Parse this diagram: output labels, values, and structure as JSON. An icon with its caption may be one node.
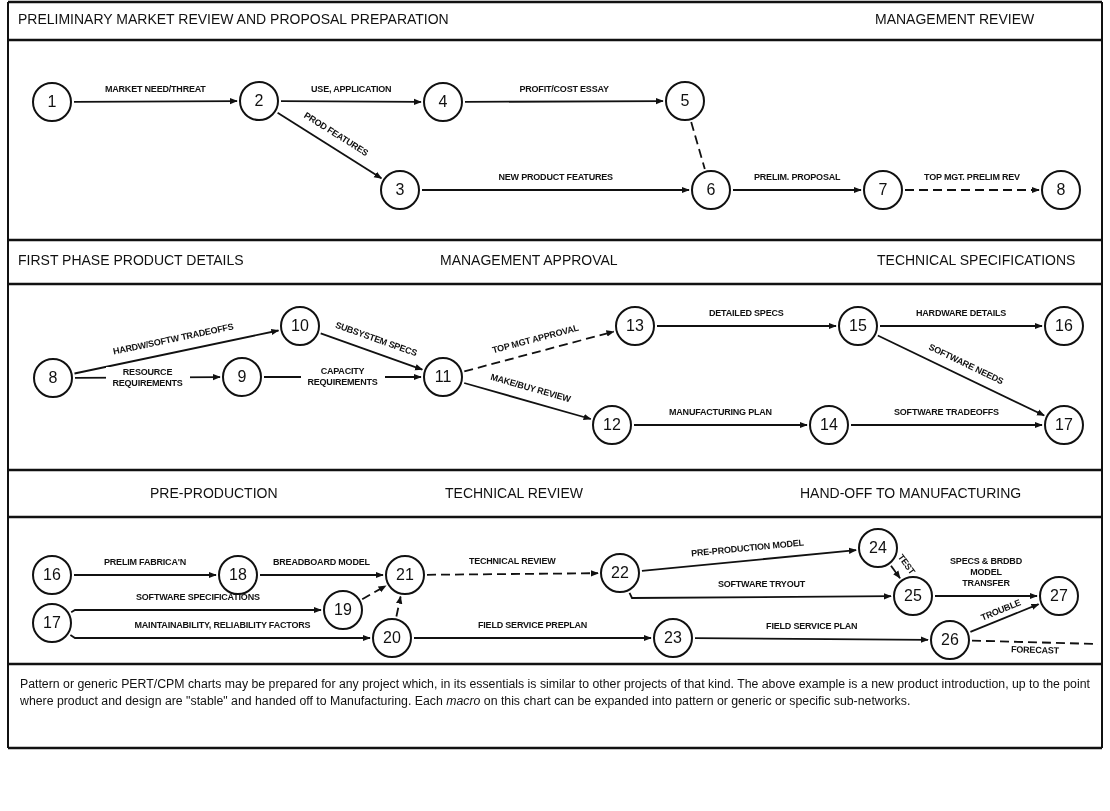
{
  "diagram": {
    "caption": "Pattern or generic PERT/CPM charts may be prepared for any project which, in its essentials is similar to other projects of that kind. The above example is a new product introduction, up to the point where product and design are \"stable\" and handed off to Manufacturing. Each *macro* on this chart can be expanded into pattern or generic or specific sub-networks.",
    "nodes": [
      {
        "text": [
          "1"
        ]
      },
      {
        "text": [
          "2"
        ]
      },
      {
        "text": [
          "4"
        ]
      },
      {
        "text": [
          "5"
        ]
      },
      {
        "text": [
          "3"
        ]
      },
      {
        "text": [
          "6"
        ]
      },
      {
        "text": [
          "7"
        ]
      },
      {
        "text": [
          "8"
        ]
      },
      {
        "text": [
          "8"
        ]
      },
      {
        "text": [
          "10"
        ]
      },
      {
        "text": [
          "9"
        ]
      },
      {
        "text": [
          "11"
        ]
      },
      {
        "text": [
          "13"
        ]
      },
      {
        "text": [
          "15"
        ]
      },
      {
        "text": [
          "16"
        ]
      },
      {
        "text": [
          "12"
        ]
      },
      {
        "text": [
          "14"
        ]
      },
      {
        "text": [
          "17"
        ]
      },
      {
        "text": [
          "16"
        ]
      },
      {
        "text": [
          "18"
        ]
      },
      {
        "text": [
          "21"
        ]
      },
      {
        "text": [
          "22"
        ]
      },
      {
        "text": [
          "24"
        ]
      },
      {
        "text": [
          "25"
        ]
      },
      {
        "text": [
          "27"
        ]
      },
      {
        "text": [
          "17"
        ]
      },
      {
        "text": [
          "19"
        ]
      },
      {
        "text": [
          "20"
        ]
      },
      {
        "text": [
          "23"
        ]
      },
      {
        "text": [
          "26"
        ]
      }
    ],
    "edges": [
      {
        "from": 0,
        "to": 1,
        "arrow": "to",
        "label": "MARKET NEED/THREAT"
      },
      {
        "from": 1,
        "to": 2,
        "arrow": "to",
        "label": "USE, APPLICATION"
      },
      {
        "from": 1,
        "to": 4,
        "arrow": "to",
        "label": "PROD FEATURES"
      },
      {
        "from": 2,
        "to": 3,
        "arrow": "to",
        "label": "PROFIT/COST ESSAY"
      },
      {
        "from": 3,
        "to": 5,
        "arrow": "none",
        "style": "dashed"
      },
      {
        "from": 4,
        "to": 5,
        "arrow": "to",
        "label": "NEW PRODUCT FEATURES"
      },
      {
        "from": 5,
        "to": 6,
        "arrow": "to",
        "label": "PRELIM. PROPOSAL"
      },
      {
        "from": 6,
        "to": 7,
        "arrow": "to",
        "label": "TOP MGT. PRELIM REV",
        "style": "dashed"
      },
      {
        "from": 8,
        "to": 9,
        "arrow": "to",
        "label": "HARDW/SOFTW TRADEOFFS"
      },
      {
        "from": 8,
        "to": 10,
        "arrow": "to",
        "label": "RESOURCE REQUIREMENTS"
      },
      {
        "from": 10,
        "to": 11,
        "arrow": "to",
        "label": "CAPACITY REQUIREMENTS"
      },
      {
        "from": 9,
        "to": 11,
        "arrow": "to",
        "label": "SUBSYSTEM SPECS"
      },
      {
        "from": 11,
        "to": 12,
        "arrow": "to",
        "label": "TOP MGT APPROVAL",
        "style": "dashed"
      },
      {
        "from": 11,
        "to": 15,
        "arrow": "to",
        "label": "MAKE/BUY REVIEW"
      },
      {
        "from": 12,
        "to": 13,
        "arrow": "to",
        "label": "DETAILED SPECS"
      },
      {
        "from": 13,
        "to": 14,
        "arrow": "to",
        "label": "HARDWARE DETAILS"
      },
      {
        "from": 13,
        "to": 17,
        "arrow": "to",
        "label": "SOFTWARE NEEDS"
      },
      {
        "from": 15,
        "to": 16,
        "arrow": "to",
        "label": "MANUFACTURING PLAN"
      },
      {
        "from": 16,
        "to": 17,
        "arrow": "to",
        "label": "SOFTWARE TRADEOFFS"
      },
      {
        "from": 18,
        "to": 19,
        "arrow": "to",
        "label": "PRELIM FABRICA'N"
      },
      {
        "from": 19,
        "to": 20,
        "arrow": "to",
        "label": "BREADBOARD MODEL"
      },
      {
        "from": 20,
        "to": 21,
        "arrow": "to",
        "label": "TECHNICAL REVIEW",
        "style": "dashed"
      },
      {
        "from": 21,
        "to": 22,
        "arrow": "to",
        "label": "PRE-PRODUCTION MODEL"
      },
      {
        "from": 21,
        "to": 23,
        "arrow": "to",
        "label": "SOFTWARE TRYOUT"
      },
      {
        "from": 22,
        "to": 23,
        "arrow": "to",
        "label": "TEST"
      },
      {
        "from": 23,
        "to": 24,
        "arrow": "to",
        "label": "SPECS & BRDBD MODEL TRANSFER"
      },
      {
        "from": 25,
        "to": 26,
        "arrow": "to",
        "label": "SOFTWARE SPECIFICATIONS"
      },
      {
        "from": 25,
        "to": 27,
        "arrow": "to",
        "label": "MAINTAINABILITY, RELIABILITY FACTORS"
      },
      {
        "from": 26,
        "to": 20,
        "arrow": "to",
        "style": "dashed"
      },
      {
        "from": 27,
        "to": 20,
        "arrow": "to",
        "style": "dashed"
      },
      {
        "from": 27,
        "to": 28,
        "arrow": "to",
        "label": "FIELD SERVICE PREPLAN"
      },
      {
        "from": 28,
        "to": 29,
        "arrow": "to",
        "label": "FIELD SERVICE PLAN"
      },
      {
        "from": 29,
        "to": 24,
        "arrow": "to",
        "label": "TROUBLE"
      },
      {
        "from": 29,
        "to": null,
        "arrow": "none",
        "label": "FORECAST",
        "style": "dashed"
      }
    ],
    "labels": [
      "PRELIMINARY MARKET REVIEW AND PROPOSAL PREPARATION",
      "MANAGEMENT REVIEW",
      "FIRST PHASE PRODUCT DETAILS",
      "MANAGEMENT APPROVAL",
      "TECHNICAL SPECIFICATIONS",
      "PRE-PRODUCTION",
      "TECHNICAL REVIEW",
      "HAND-OFF TO MANUFACTURING"
    ]
  }
}
